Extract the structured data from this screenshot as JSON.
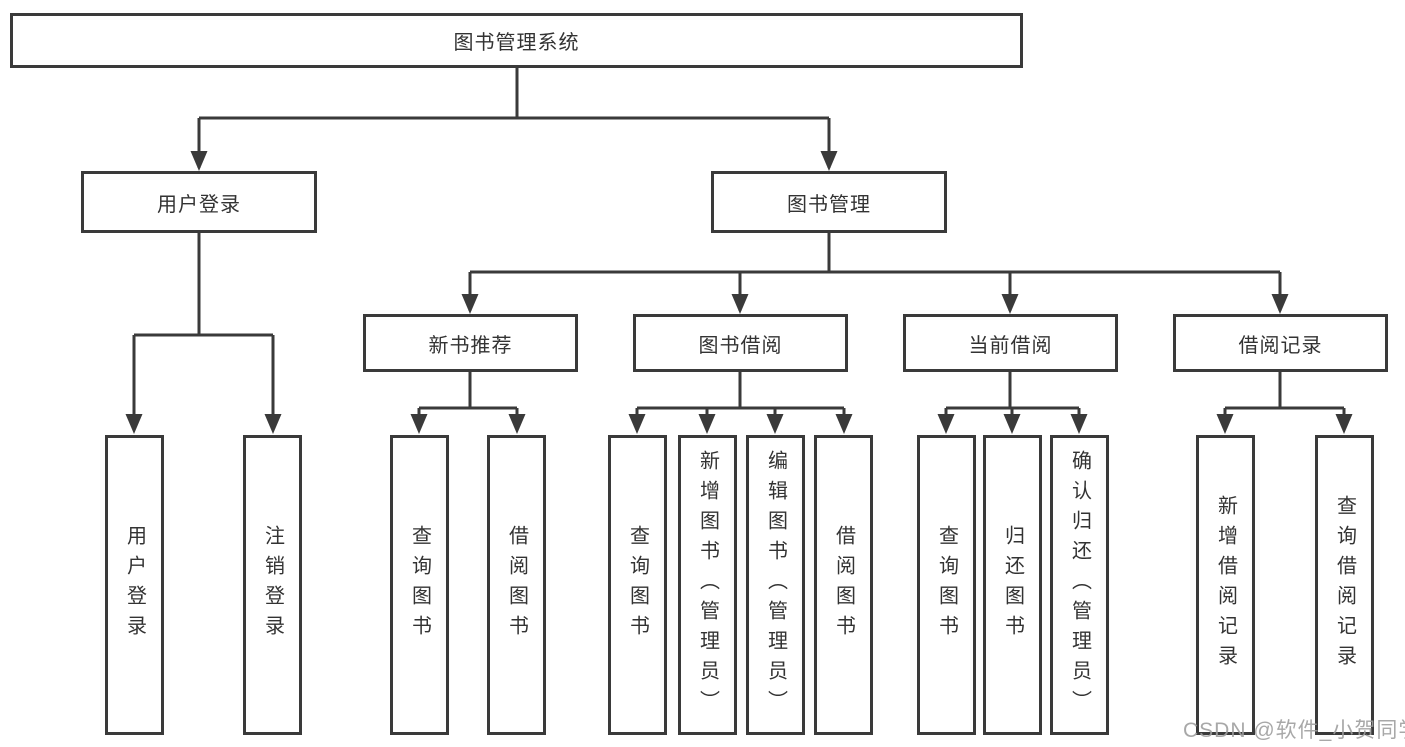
{
  "colors": {
    "line": "#3a3a3a",
    "text": "#333333",
    "watermark": "#9e9e9e",
    "background": "#ffffff"
  },
  "watermark": {
    "text": "CSDN @软件_小贺同学"
  },
  "tree": {
    "root": {
      "label": "图书管理系统"
    },
    "branches": [
      {
        "label": "用户登录",
        "children": [
          {
            "label": "用户登录"
          },
          {
            "label": "注销登录"
          }
        ]
      },
      {
        "label": "图书管理",
        "children": [
          {
            "label": "新书推荐",
            "children": [
              {
                "label": "查询图书"
              },
              {
                "label": "借阅图书"
              }
            ]
          },
          {
            "label": "图书借阅",
            "children": [
              {
                "label": "查询图书"
              },
              {
                "label": "新增图书（管理员）"
              },
              {
                "label": "编辑图书（管理员）"
              },
              {
                "label": "借阅图书"
              }
            ]
          },
          {
            "label": "当前借阅",
            "children": [
              {
                "label": "查询图书"
              },
              {
                "label": "归还图书"
              },
              {
                "label": "确认归还（管理员）"
              }
            ]
          },
          {
            "label": "借阅记录",
            "children": [
              {
                "label": "新增借阅记录"
              },
              {
                "label": "查询借阅记录"
              }
            ]
          }
        ]
      }
    ]
  }
}
